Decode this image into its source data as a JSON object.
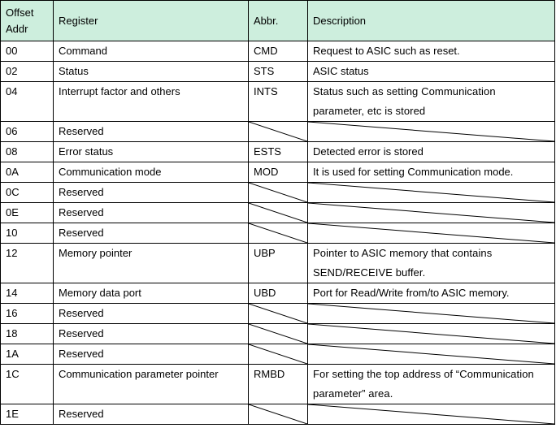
{
  "table": {
    "headers": {
      "offset": "Offset\nAddr",
      "register": "Register",
      "abbr": "Abbr.",
      "description": "Description"
    },
    "rows": [
      {
        "offset": "00",
        "register": "Command",
        "abbr": "CMD",
        "description": "Request to ASIC such as reset."
      },
      {
        "offset": "02",
        "register": "Status",
        "abbr": "STS",
        "description": "ASIC status"
      },
      {
        "offset": "04",
        "register": "Interrupt factor and others",
        "abbr": "INTS",
        "description": "Status such as setting Communication parameter, etc is stored"
      },
      {
        "offset": "06",
        "register": "Reserved",
        "abbr": "",
        "description": ""
      },
      {
        "offset": "08",
        "register": "Error status",
        "abbr": "ESTS",
        "description": "Detected error is stored"
      },
      {
        "offset": "0A",
        "register": "Communication mode",
        "abbr": "MOD",
        "description": "It is used for setting Communication mode."
      },
      {
        "offset": "0C",
        "register": "Reserved",
        "abbr": "",
        "description": ""
      },
      {
        "offset": "0E",
        "register": "Reserved",
        "abbr": "",
        "description": ""
      },
      {
        "offset": "10",
        "register": "Reserved",
        "abbr": "",
        "description": ""
      },
      {
        "offset": "12",
        "register": "Memory pointer",
        "abbr": "UBP",
        "description": "Pointer to ASIC memory that contains SEND/RECEIVE buffer."
      },
      {
        "offset": "14",
        "register": "Memory data port",
        "abbr": "UBD",
        "description": "Port for Read/Write from/to ASIC memory."
      },
      {
        "offset": "16",
        "register": "Reserved",
        "abbr": "",
        "description": ""
      },
      {
        "offset": "18",
        "register": "Reserved",
        "abbr": "",
        "description": ""
      },
      {
        "offset": "1A",
        "register": "Reserved",
        "abbr": "",
        "description": ""
      },
      {
        "offset": "1C",
        "register": "Communication parameter pointer",
        "abbr": "RMBD",
        "description": "For setting the top address of “Communication parameter” area."
      },
      {
        "offset": "1E",
        "register": "Reserved",
        "abbr": "",
        "description": ""
      }
    ]
  },
  "colors": {
    "header_background": "#cdeedd",
    "border": "#000000"
  }
}
